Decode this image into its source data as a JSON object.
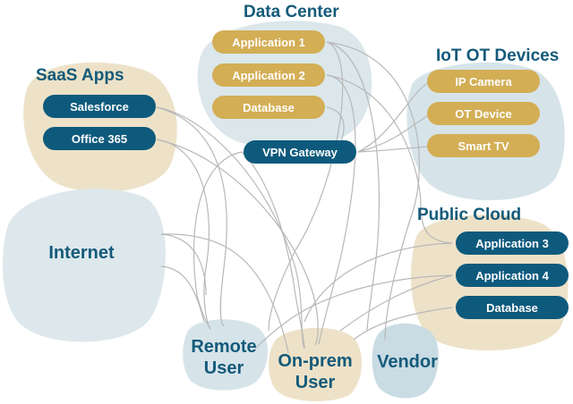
{
  "groups": {
    "data_center": {
      "title": "Data Center",
      "items": [
        "Application 1",
        "Application 2",
        "Database"
      ]
    },
    "saas": {
      "title": "SaaS Apps",
      "items": [
        "Salesforce",
        "Office 365"
      ]
    },
    "iot": {
      "title": "IoT OT Devices",
      "items": [
        "IP Camera",
        "OT Device",
        "Smart TV"
      ]
    },
    "public_cloud": {
      "title": "Public Cloud",
      "items": [
        "Application 3",
        "Application 4",
        "Database"
      ]
    }
  },
  "vpn_gateway": "VPN Gateway",
  "endpoints": {
    "internet": "Internet",
    "remote_user": [
      "Remote",
      "User"
    ],
    "onprem_user": [
      "On-prem",
      "User"
    ],
    "vendor": "Vendor"
  },
  "colors": {
    "gold": "#d3ae55",
    "teal": "#0e5a7d",
    "title": "#145a7a",
    "beige_blob": "#ede2c8",
    "blue_blob": "#d6e4ea",
    "line": "#b8b8b8"
  }
}
